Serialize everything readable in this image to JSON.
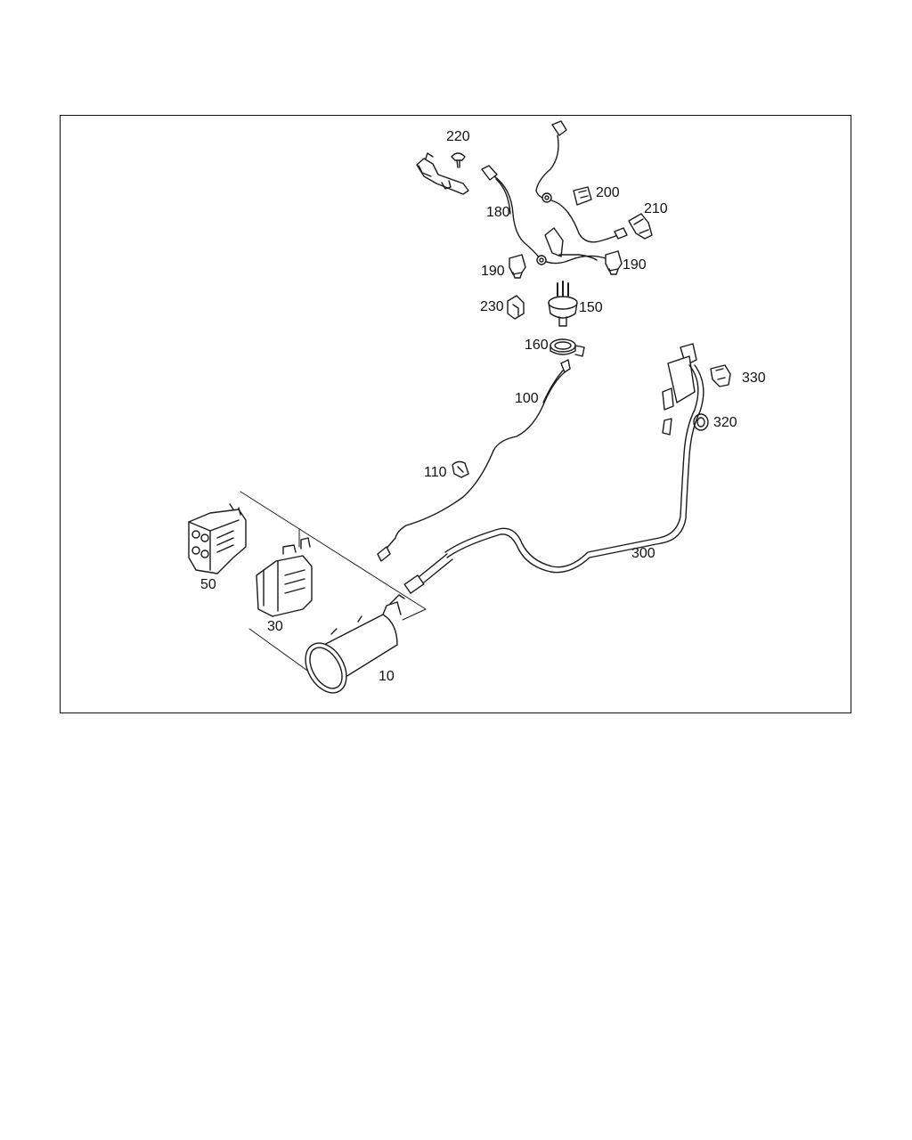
{
  "diagram": {
    "callouts": [
      {
        "key": "c220",
        "label": "220"
      },
      {
        "key": "c180",
        "label": "180"
      },
      {
        "key": "c200",
        "label": "200"
      },
      {
        "key": "c210",
        "label": "210"
      },
      {
        "key": "c190a",
        "label": "190"
      },
      {
        "key": "c190b",
        "label": "190"
      },
      {
        "key": "c230",
        "label": "230"
      },
      {
        "key": "c150",
        "label": "150"
      },
      {
        "key": "c160",
        "label": "160"
      },
      {
        "key": "c330",
        "label": "330"
      },
      {
        "key": "c100",
        "label": "100"
      },
      {
        "key": "c320",
        "label": "320"
      },
      {
        "key": "c110",
        "label": "110"
      },
      {
        "key": "c300",
        "label": "300"
      },
      {
        "key": "c50",
        "label": "50"
      },
      {
        "key": "c30",
        "label": "30"
      },
      {
        "key": "c10",
        "label": "10"
      }
    ],
    "line_color": "#1a1a1a"
  }
}
